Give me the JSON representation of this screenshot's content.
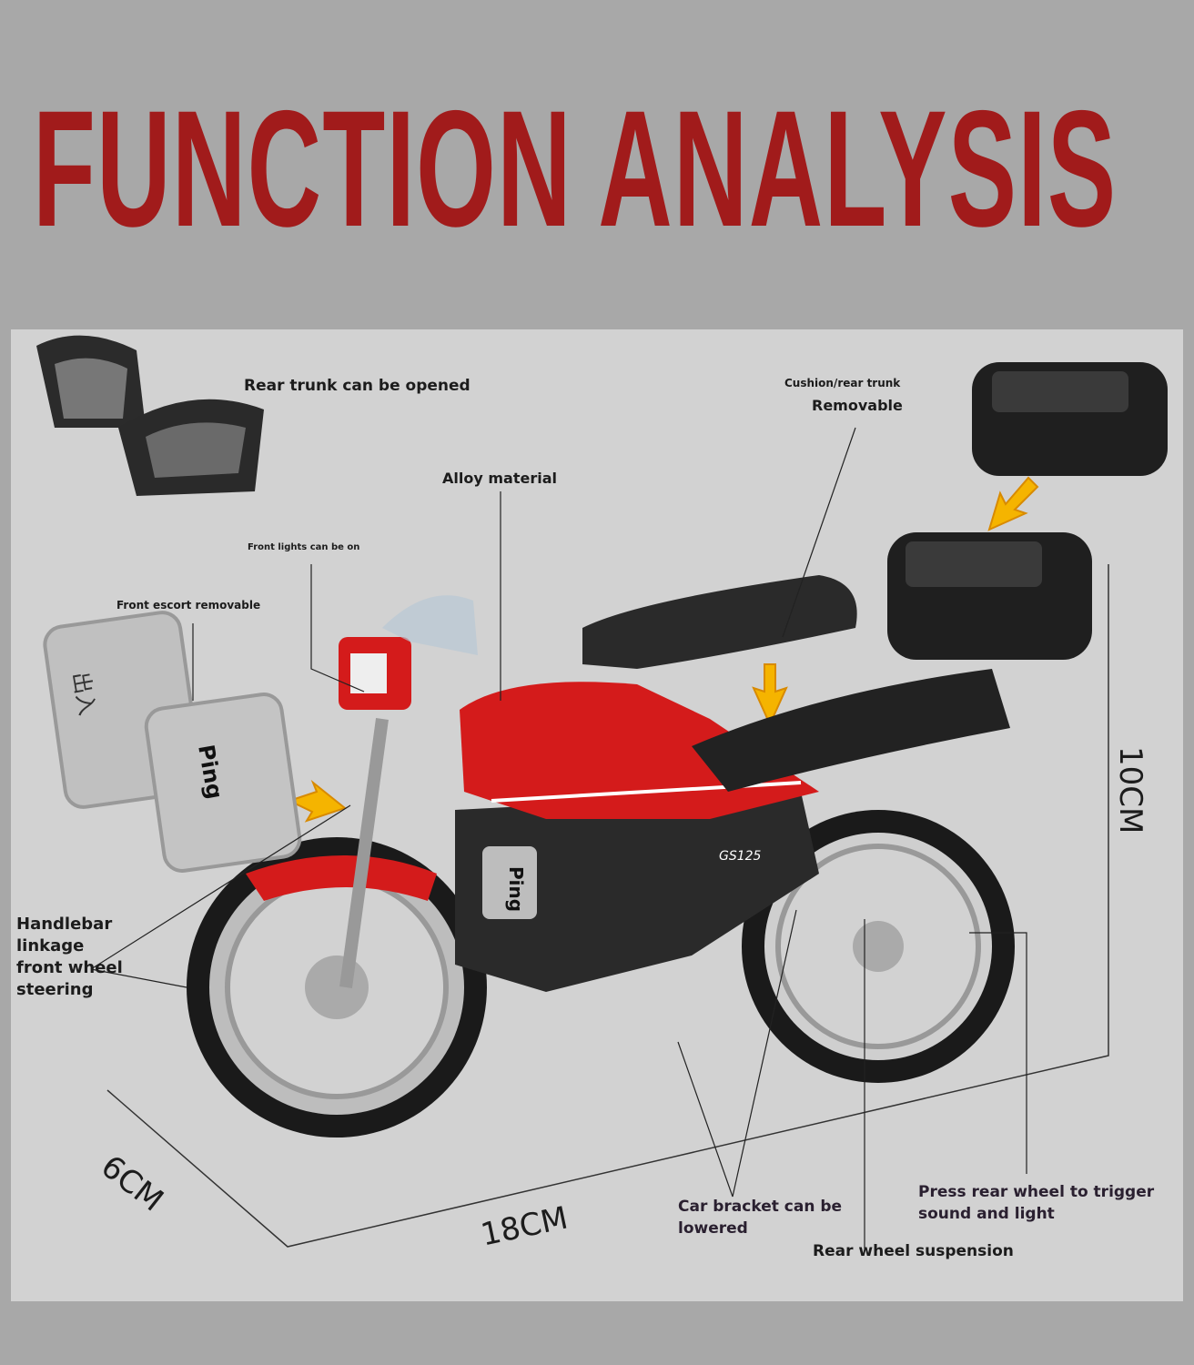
{
  "title": "FUNCTION ANALYSIS",
  "callouts": {
    "rear_trunk_opened": "Rear trunk can be opened",
    "cushion_trunk_line1": "Cushion/rear trunk",
    "cushion_trunk_line2": "Removable",
    "alloy": "Alloy material",
    "front_lights": "Front lights can be on",
    "front_escort": "Front escort removable",
    "handlebar": [
      "Handlebar",
      "linkage",
      "front wheel",
      "steering"
    ],
    "bracket": [
      "Car bracket can be",
      "lowered"
    ],
    "press_rear": [
      "Press rear wheel to trigger",
      "sound and light"
    ],
    "suspension": "Rear wheel suspension"
  },
  "dimensions": {
    "height": "10CM",
    "width": "6CM",
    "length": "18CM"
  },
  "product_text": {
    "plate": "Ping",
    "plate_cn": "出入",
    "model": "GS125"
  },
  "colors": {
    "title": "#a11b1b",
    "body_red": "#d41b1b",
    "arrow": "#f5b400"
  }
}
